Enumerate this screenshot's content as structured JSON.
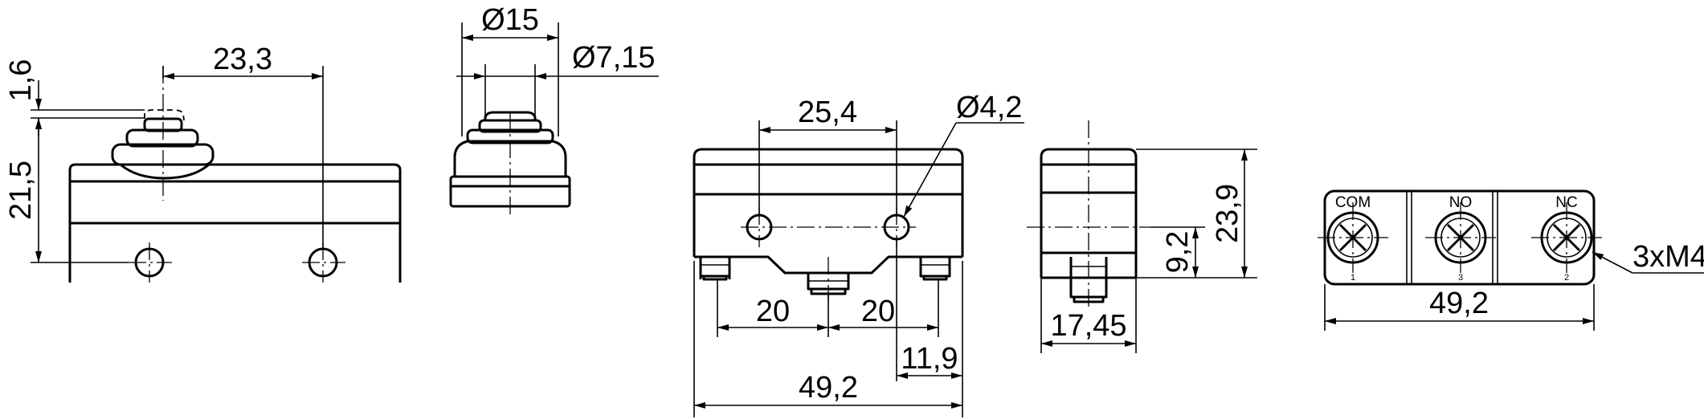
{
  "dimensions": {
    "side": {
      "width": "23,3",
      "overtravel": "1,6",
      "height": "21,5"
    },
    "plunger": {
      "outer_diameter": "Ø15",
      "inner_diameter": "Ø7,15"
    },
    "front": {
      "hole_spacing": "25,4",
      "hole_diameter": "Ø4,2",
      "terminal_spacing_left": "20",
      "terminal_spacing_right": "20",
      "terminal_offset": "11,9",
      "overall_width": "49,2"
    },
    "end": {
      "height": "23,9",
      "hole_height": "9,2",
      "depth": "17,45"
    },
    "bottom": {
      "width": "49,2",
      "thread": "3xM4",
      "terminals": [
        {
          "label": "COM",
          "number": "1"
        },
        {
          "label": "NO",
          "number": "3"
        },
        {
          "label": "NC",
          "number": "2"
        }
      ]
    }
  }
}
